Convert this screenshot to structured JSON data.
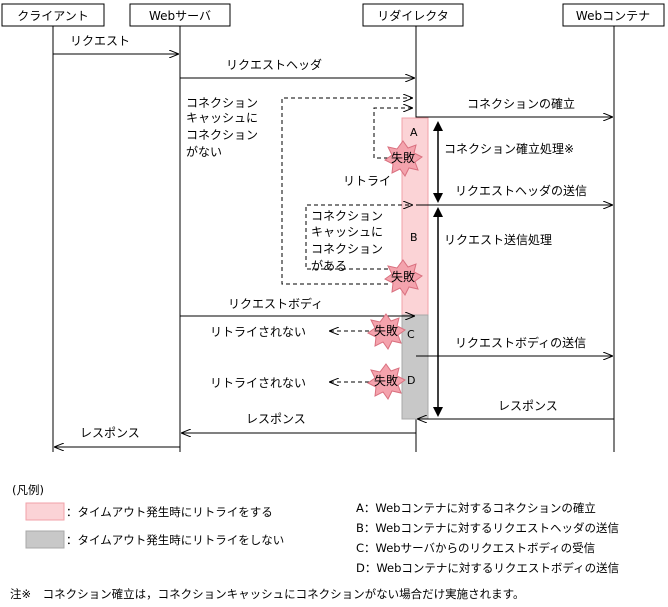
{
  "actors": {
    "client": "クライアント",
    "web_server": "Webサーバ",
    "redirector": "リダイレクタ",
    "web_container": "Webコンテナ"
  },
  "messages": {
    "request": "リクエスト",
    "request_header": "リクエストヘッダ",
    "connection_established": "コネクションの確立",
    "no_cache_lines": [
      "コネクション",
      "キャッシュに",
      "コネクション",
      "がない"
    ],
    "has_cache_lines": [
      "コネクション",
      "キャッシュに",
      "コネクション",
      "がある"
    ],
    "retry": "リトライ",
    "failure": "失敗",
    "header_send": "リクエストヘッダの送信",
    "request_body": "リクエストボディ",
    "not_retried": "リトライされない",
    "body_send": "リクエストボディの送信",
    "response": "レスポンス",
    "connection_process": "コネクション確立処理※",
    "request_send_process": "リクエスト送信処理"
  },
  "phases": {
    "a": "A",
    "b": "B",
    "c": "C",
    "d": "D"
  },
  "legend": {
    "title": "(凡例)",
    "retry_item": "：タイムアウト発生時にリトライをする",
    "no_retry_item": "：タイムアウト発生時にリトライをしない",
    "a": "A：Webコンテナに対するコネクションの確立",
    "b": "B：Webコンテナに対するリクエストヘッダの送信",
    "c": "C：Webサーバからのリクエストボディの受信",
    "d": "D：Webコンテナに対するリクエストボディの送信"
  },
  "note": "注※　コネクション確立は，コネクションキャッシュにコネクションがない場合だけ実施されます。",
  "colors": {
    "retry_fill": "#fbd3d6",
    "retry_stroke": "#f2a2a8",
    "no_retry_fill": "#c8c8c8",
    "no_retry_stroke": "#a8a8a8",
    "burst_fill": "#f4a3ad",
    "burst_stroke": "#d9707f"
  }
}
